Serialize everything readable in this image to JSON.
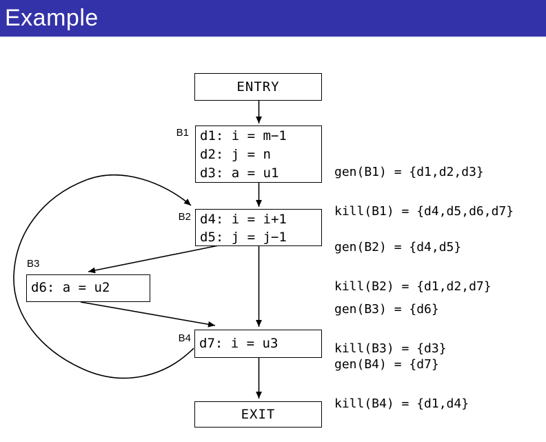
{
  "title": "Example",
  "colors": {
    "header_bg": "#3432a8",
    "header_fg": "#ffffff",
    "diagram_stroke": "#000000",
    "slide_bg": "#ffffff"
  },
  "diagram": {
    "entry": "ENTRY",
    "exit": "EXIT",
    "blocks": {
      "b1": {
        "label": "B1",
        "line1": "d1: i = m−1",
        "line2": "d2: j = n",
        "line3": "d3: a = u1"
      },
      "b2": {
        "label": "B2",
        "line1": "d4: i = i+1",
        "line2": "d5: j = j−1"
      },
      "b3": {
        "label": "B3",
        "line1": "d6: a = u2"
      },
      "b4": {
        "label": "B4",
        "line1": "d7: i = u3"
      }
    },
    "annotations": {
      "b1": {
        "gen": "gen(B1) = {d1,d2,d3}",
        "kill": "kill(B1) = {d4,d5,d6,d7}"
      },
      "b2": {
        "gen": "gen(B2) = {d4,d5}",
        "kill": "kill(B2) = {d1,d2,d7}"
      },
      "b3": {
        "gen": "gen(B3) = {d6}",
        "kill": "kill(B3) = {d3}"
      },
      "b4": {
        "gen": "gen(B4) = {d7}",
        "kill": "kill(B4) = {d1,d4}"
      }
    },
    "edges": [
      {
        "from": "ENTRY",
        "to": "B1"
      },
      {
        "from": "B1",
        "to": "B2"
      },
      {
        "from": "B2",
        "to": "B3"
      },
      {
        "from": "B2",
        "to": "B4"
      },
      {
        "from": "B3",
        "to": "B4"
      },
      {
        "from": "B4",
        "to": "B2"
      },
      {
        "from": "B4",
        "to": "EXIT"
      }
    ]
  }
}
